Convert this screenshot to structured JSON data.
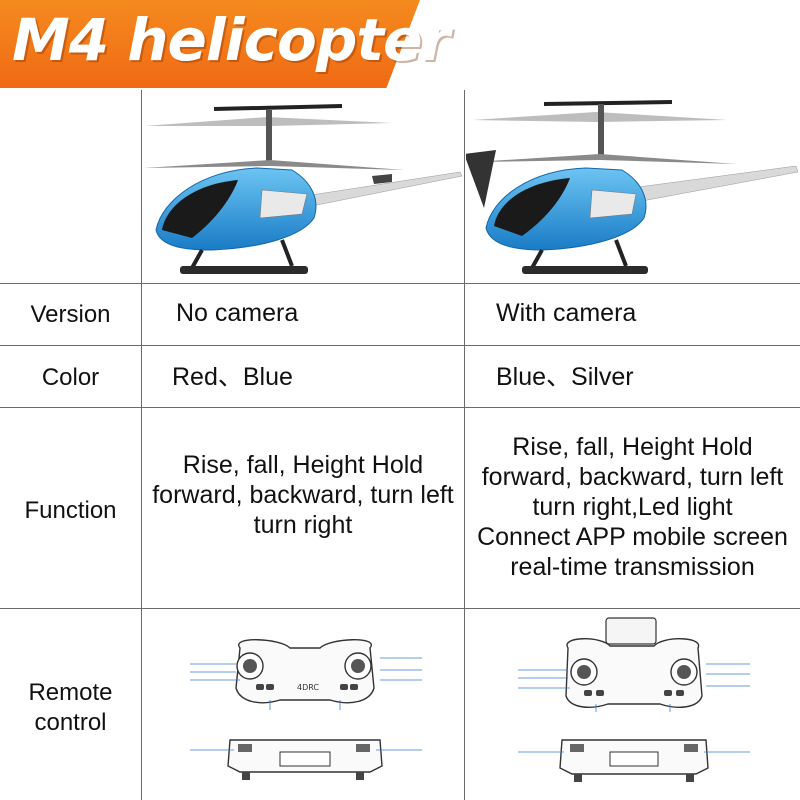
{
  "banner": {
    "title": "M4 helicopter"
  },
  "colors": {
    "banner": "#f06a14",
    "helicopter_body": "#2e9be0",
    "border": "#6b6b6b"
  },
  "rows": {
    "version": {
      "label": "Version",
      "no_camera": "No camera",
      "with_camera": "With camera"
    },
    "color": {
      "label": "Color",
      "no_camera": "Red、Blue",
      "with_camera": "Blue、Silver"
    },
    "function": {
      "label": "Function",
      "no_camera": [
        "Rise, fall, Height Hold",
        "forward, backward, turn left",
        "turn right"
      ],
      "with_camera": [
        "Rise, fall, Height Hold",
        "forward, backward, turn left",
        "turn right,Led light",
        "Connect APP mobile screen",
        "real-time transmission"
      ]
    },
    "remote": {
      "label_line1": "Remote",
      "label_line2": "control"
    }
  },
  "remote_logo": "4DRC"
}
